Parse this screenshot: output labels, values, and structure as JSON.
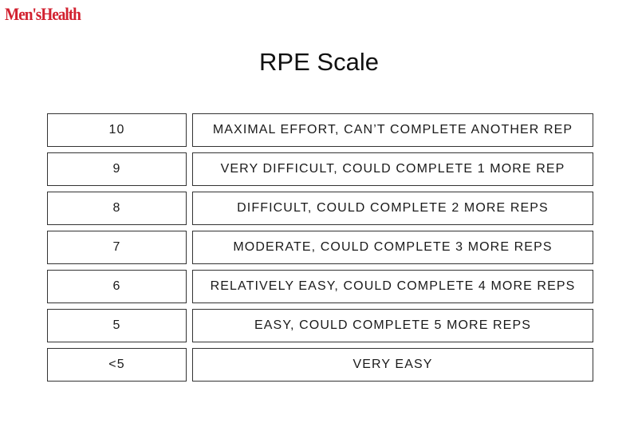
{
  "brand": {
    "logo_text": "Men'sHealth",
    "color": "#d2202f"
  },
  "title": "RPE Scale",
  "rows": [
    {
      "rpe": "10",
      "description": "MAXIMAL EFFORT, CAN’T COMPLETE ANOTHER REP"
    },
    {
      "rpe": "9",
      "description": "VERY DIFFICULT, COULD COMPLETE 1 MORE REP"
    },
    {
      "rpe": "8",
      "description": "DIFFICULT, COULD COMPLETE 2 MORE REPS"
    },
    {
      "rpe": "7",
      "description": "MODERATE, COULD COMPLETE 3 MORE REPS"
    },
    {
      "rpe": "6",
      "description": "RELATIVELY EASY, COULD COMPLETE 4 MORE REPS"
    },
    {
      "rpe": "5",
      "description": "EASY, COULD COMPLETE 5 MORE REPS"
    },
    {
      "rpe": "<5",
      "description": "VERY EASY"
    }
  ]
}
